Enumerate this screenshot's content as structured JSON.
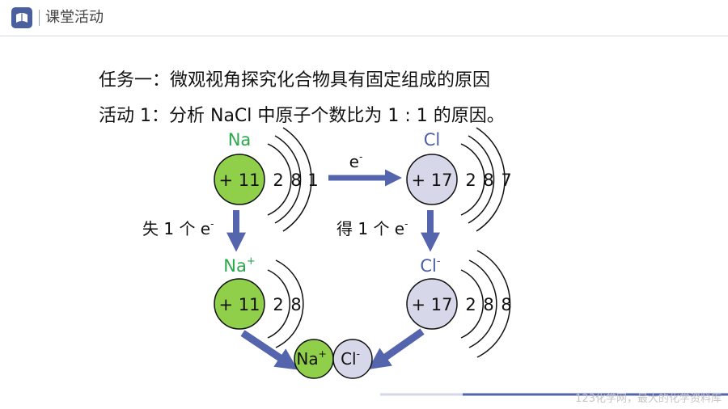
{
  "header": {
    "title": "课堂活动"
  },
  "task": {
    "line1": "任务一：微观视角探究化合物具有固定组成的原因",
    "line2": "活动 1：分析 NaCl 中原子个数比为 1 : 1 的原因。"
  },
  "atoms": {
    "na": {
      "label": "Na",
      "nucleus": "+ 11",
      "shells": [
        "2",
        "8",
        "1"
      ]
    },
    "cl": {
      "label": "Cl",
      "nucleus": "+ 17",
      "shells": [
        "2",
        "8",
        "7"
      ]
    },
    "na_ion": {
      "label": "Na",
      "charge": "+",
      "nucleus": "+ 11",
      "shells": [
        "2",
        "8"
      ]
    },
    "cl_ion": {
      "label": "Cl",
      "charge": "-",
      "nucleus": "+ 17",
      "shells": [
        "2",
        "8",
        "8"
      ]
    }
  },
  "arrows": {
    "transfer": {
      "label": "e",
      "sup": "-"
    },
    "na_down": {
      "label": "失 1 个 e",
      "sup": "-"
    },
    "cl_down": {
      "label": "得 1 个 e",
      "sup": "-"
    }
  },
  "compound": {
    "na": {
      "label": "Na",
      "charge": "+"
    },
    "cl": {
      "label": "Cl",
      "charge": "-"
    }
  },
  "footer": {
    "text": "123化学网，最大的化学资料库"
  },
  "colors": {
    "na_fill": "#8fcf4a",
    "cl_fill": "#d7d7ea",
    "na_text": "#2aa84a",
    "cl_text": "#4b5ea8",
    "arrow": "#5565ad",
    "header_accent": "#4a5f9e"
  },
  "icons": {
    "logo": "book-logo-icon"
  }
}
